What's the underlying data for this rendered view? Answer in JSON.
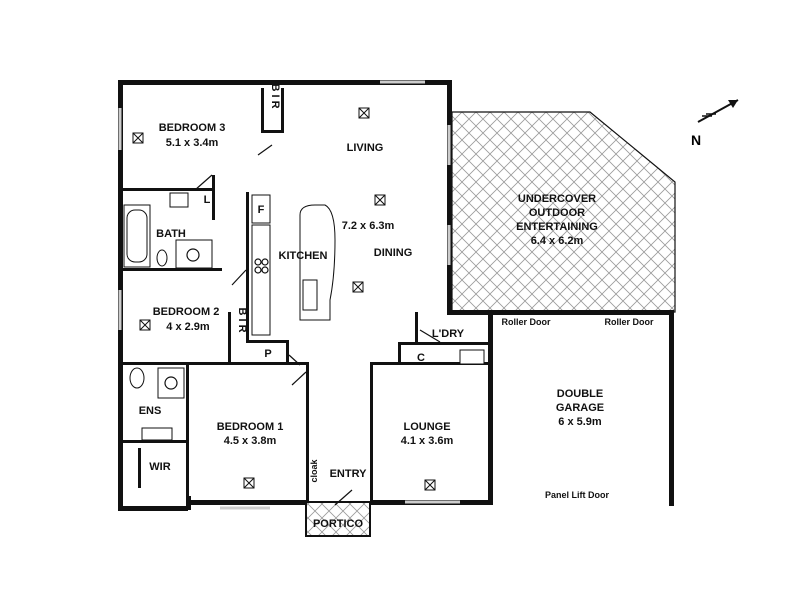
{
  "rooms": {
    "bedroom3": {
      "name": "BEDROOM 3",
      "dims": "5.1 x 3.4m"
    },
    "living": {
      "name": "LIVING"
    },
    "dining": {
      "name": "DINING",
      "dims": "7.2 x 6.3m"
    },
    "kitchen": {
      "name": "KITCHEN"
    },
    "bath": {
      "name": "BATH"
    },
    "bedroom2": {
      "name": "BEDROOM 2",
      "dims": "4 x 2.9m"
    },
    "ens": {
      "name": "ENS"
    },
    "wir": {
      "name": "WIR"
    },
    "bedroom1": {
      "name": "BEDROOM 1",
      "dims": "4.5 x 3.8m"
    },
    "entry": {
      "name": "ENTRY"
    },
    "portico": {
      "name": "PORTICO"
    },
    "lounge": {
      "name": "LOUNGE",
      "dims": "4.1 x 3.6m"
    },
    "laundry": {
      "name": "L'DRY"
    },
    "outdoor": {
      "line1": "UNDERCOVER",
      "line2": "OUTDOOR",
      "line3": "ENTERTAINING",
      "dims": "6.4 x 6.2m"
    },
    "garage": {
      "line1": "DOUBLE",
      "line2": "GARAGE",
      "dims": "6 x 5.9m"
    }
  },
  "fixtures": {
    "bir": "B I R",
    "linen": "L",
    "fridge": "F",
    "pantry": "P",
    "cupboard": "C",
    "cloak": "cloak",
    "roller_door": "Roller Door",
    "panel_lift_door": "Panel Lift Door"
  },
  "north_label": "N",
  "colors": {
    "wall": "#111111",
    "hatch": "#9a9a9a",
    "background": "#ffffff"
  }
}
